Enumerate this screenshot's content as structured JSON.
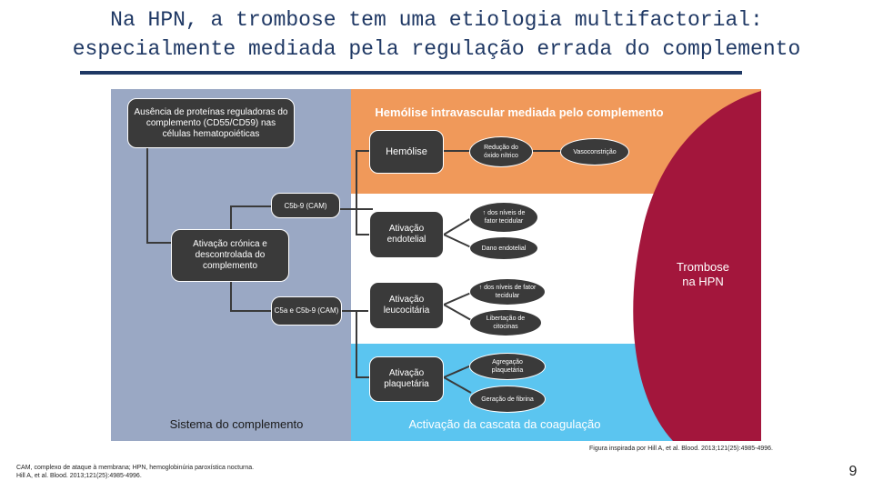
{
  "title_line1": "Na HPN, a trombose tem uma etiologia multifactorial:",
  "title_line2": "especialmente mediada pela regulação errada do complemento",
  "diagram": {
    "absence_box": "Ausência de proteínas reguladoras do complemento (CD55/CD59) nas células hematopoiéticas",
    "hemolysis_header": "Hemólise intravascular mediada pelo complemento",
    "chronic_box": "Ativação crónica e descontrolada do complemento",
    "c5b9_label": "C5b-9 (CAM)",
    "c5a_label": "C5a e C5b-9 (CAM)",
    "hemolise_box": "Hemólise",
    "endothelial_box": "Ativação endotelial",
    "leukocyte_box": "Ativação leucocitária",
    "platelet_box": "Ativação plaquetária",
    "oval_no": "Redução do óxido nítrico",
    "oval_vaso": "Vasoconstrição",
    "oval_tf1": "↑ dos níveis de fator tecidular",
    "oval_dano": "Dano endotelial",
    "oval_tf2": "↑ dos níveis de fator tecidular",
    "oval_cito": "Libertação de citocinas",
    "oval_agreg": "Agregação plaquetária",
    "oval_fibrina": "Geração de fibrina",
    "thrombosis_label": "Trombose na HPN",
    "complement_system_label": "Sistema do complemento",
    "coagulation_label": "Activação da cascata da coagulação"
  },
  "colors": {
    "complement_panel": "#9aa8c4",
    "hemolysis_panel": "#f0995a",
    "coagulation_panel": "#5bc5f0",
    "thrombosis": "#a3163c",
    "box_fill": "#3a3a3a",
    "title": "#1f3864"
  },
  "figure_credit": "Figura inspirada por Hill A, et al. Blood. 2013;121(25):4985-4996.",
  "footnote_line1": "CAM, complexo de ataque à membrana; HPN, hemoglobinúria paroxística nocturna.",
  "footnote_line2": "Hill A, et al. Blood. 2013;121(25):4985-4996.",
  "page_number": "9"
}
